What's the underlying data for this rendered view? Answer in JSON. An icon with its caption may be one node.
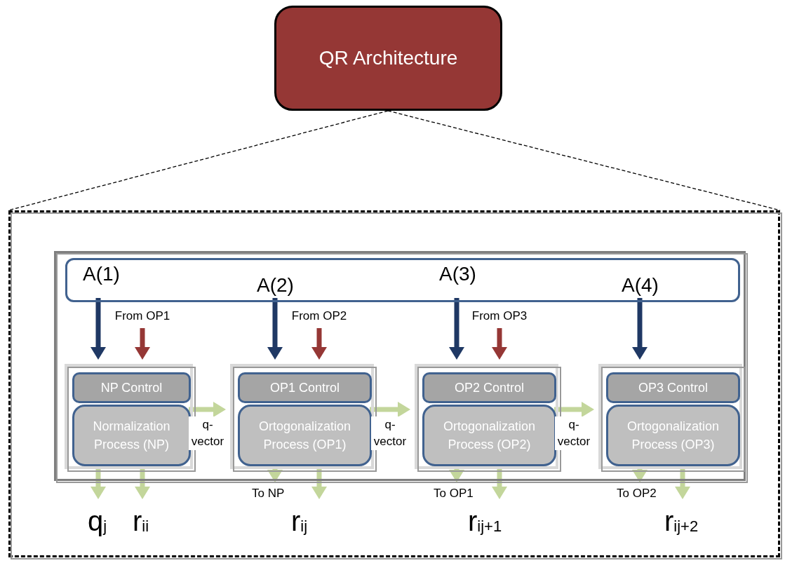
{
  "diagram": {
    "nodes": [
      {
        "text": [
          "QR Architecture"
        ]
      },
      {
        "text": [],
        "shape": "box"
      },
      {
        "text": [],
        "shape": "box",
        "in": 1
      },
      {
        "text": [
          "A(1)",
          "A(2)",
          "A(3)",
          "A(4)"
        ],
        "in": 2
      },
      {
        "text": [],
        "shape": "box",
        "in": 2
      },
      {
        "text": [
          "NP Control"
        ],
        "in": 4
      },
      {
        "text": [
          "Normalization Process (NP)"
        ],
        "in": 4
      },
      {
        "text": [],
        "shape": "box",
        "in": 2
      },
      {
        "text": [
          "OP1 Control"
        ],
        "in": 7
      },
      {
        "text": [
          "Ortogonalization Process (OP1)"
        ],
        "in": 7
      },
      {
        "text": [],
        "shape": "box",
        "in": 2
      },
      {
        "text": [
          "OP2 Control"
        ],
        "in": 10
      },
      {
        "text": [
          "Ortogonalization Process (OP2)"
        ],
        "in": 10
      },
      {
        "text": [],
        "shape": "box",
        "in": 2
      },
      {
        "text": [
          "OP3 Control"
        ],
        "in": 13
      },
      {
        "text": [
          "Ortogonalization Process (OP3)"
        ],
        "in": 13
      },
      {
        "text": [
          "q$_{j}$"
        ],
        "in": 1
      },
      {
        "text": [
          "r$_{ii}$"
        ],
        "in": 1
      },
      {
        "text": [
          "To NP"
        ],
        "in": 1
      },
      {
        "text": [
          "r$_{ij}$"
        ],
        "in": 1
      },
      {
        "text": [
          "To OP1"
        ],
        "in": 1
      },
      {
        "text": [
          "r$_{ij+1}$"
        ],
        "in": 1
      },
      {
        "text": [
          "To OP2"
        ],
        "in": 1
      },
      {
        "text": [
          "r$_{ij+2}$"
        ],
        "in": 1
      }
    ],
    "edges": [
      {
        "from": 0,
        "to": 1,
        "arrow": "none",
        "style": "dashed",
        "color": "#000000"
      },
      {
        "from": 0,
        "to": 1,
        "arrow": "none",
        "style": "dashed",
        "color": "#000000"
      },
      {
        "from": 3,
        "to": 4,
        "arrow": "to",
        "color": "#1f3864"
      },
      {
        "from": null,
        "to": 4,
        "arrow": "to",
        "label": "From OP1",
        "color": "#953735"
      },
      {
        "from": 3,
        "to": 7,
        "arrow": "to",
        "color": "#1f3864"
      },
      {
        "from": null,
        "to": 7,
        "arrow": "to",
        "label": "From OP2",
        "color": "#953735"
      },
      {
        "from": 3,
        "to": 10,
        "arrow": "to",
        "color": "#1f3864"
      },
      {
        "from": null,
        "to": 10,
        "arrow": "to",
        "label": "From OP3",
        "color": "#953735"
      },
      {
        "from": 3,
        "to": 13,
        "arrow": "to",
        "color": "#1f3864"
      },
      {
        "from": 4,
        "to": 7,
        "arrow": "to",
        "label": "q- vector"
      },
      {
        "from": 7,
        "to": 10,
        "arrow": "to",
        "label": "q- vector"
      },
      {
        "from": 10,
        "to": 13,
        "arrow": "to",
        "label": "q- vector"
      },
      {
        "from": 4,
        "to": 16,
        "arrow": "to"
      },
      {
        "from": 4,
        "to": 17,
        "arrow": "to"
      },
      {
        "from": 7,
        "to": 18,
        "arrow": "to"
      },
      {
        "from": 7,
        "to": 19,
        "arrow": "to"
      },
      {
        "from": 10,
        "to": 20,
        "arrow": "to"
      },
      {
        "from": 10,
        "to": 21,
        "arrow": "to"
      },
      {
        "from": 13,
        "to": 22,
        "arrow": "to"
      },
      {
        "from": 13,
        "to": 23,
        "arrow": "to"
      }
    ]
  }
}
